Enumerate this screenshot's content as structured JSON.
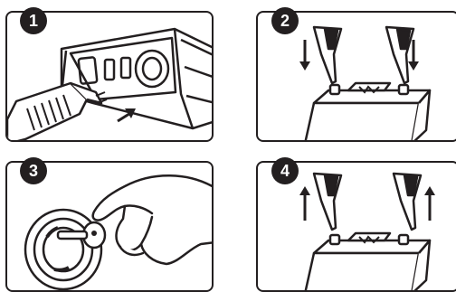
{
  "steps": [
    {
      "number": "1",
      "illustration": "plug-into-jump-starter"
    },
    {
      "number": "2",
      "illustration": "attach-clamps-to-battery"
    },
    {
      "number": "3",
      "illustration": "turn-key-ignition"
    },
    {
      "number": "4",
      "illustration": "remove-clamps-from-battery"
    }
  ],
  "colors": {
    "ink": "#231f20",
    "background": "#ffffff"
  }
}
